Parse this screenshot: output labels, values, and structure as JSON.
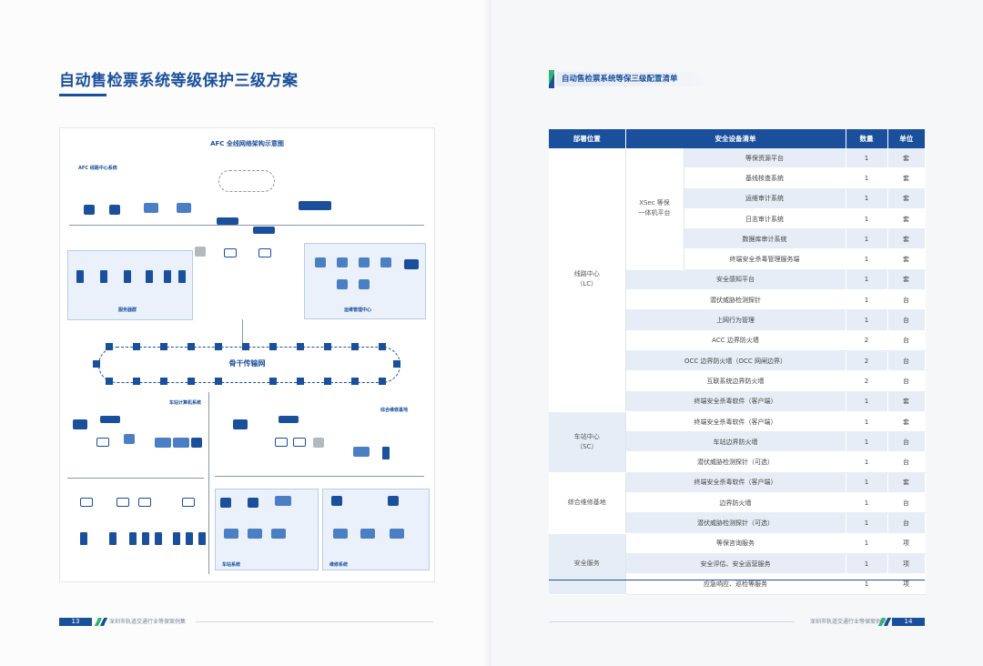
{
  "left_page": {
    "title": "自动售检票系统等级保护三级方案",
    "diagram": {
      "title": "AFC 全线网络架构示意图",
      "regions": {
        "afc_center": "AFC 线路中心系统",
        "service": "服务器群",
        "security_mgmt": "运维管理中心",
        "backbone": "骨干传输网",
        "station": "车站计算机系统",
        "depot": "综合维修基地",
        "station_left": "车站系统",
        "depot_left": "维修系统"
      }
    },
    "page_number": "13",
    "footer_text": "深圳市轨道交通行业等保案例集"
  },
  "right_page": {
    "section_title": "自动售检票系统等保三级配置清单",
    "table": {
      "headers": [
        "部署位置",
        "安全设备清单",
        "数量",
        "单位"
      ],
      "groups": [
        {
          "location": "线路中心\n（LC）",
          "rows": [
            {
              "sub": "XSec 等保\n一体机平台",
              "item": "等保资源平台",
              "qty": "1",
              "unit": "套"
            },
            {
              "sub": "",
              "item": "基线核查系统",
              "qty": "1",
              "unit": "套"
            },
            {
              "sub": "",
              "item": "运维审计系统",
              "qty": "1",
              "unit": "套"
            },
            {
              "sub": "",
              "item": "日志审计系统",
              "qty": "1",
              "unit": "套"
            },
            {
              "sub": "",
              "item": "数据库审计系统",
              "qty": "1",
              "unit": "套"
            },
            {
              "sub": "",
              "item": "终端安全杀毒管理服务端",
              "qty": "1",
              "unit": "套"
            },
            {
              "item": "安全感知平台",
              "qty": "1",
              "unit": "套"
            },
            {
              "item": "潜伏威胁检测探针",
              "qty": "1",
              "unit": "台"
            },
            {
              "item": "上网行为管理",
              "qty": "1",
              "unit": "台"
            },
            {
              "item": "ACC 边界防火墙",
              "qty": "2",
              "unit": "台"
            },
            {
              "item": "OCC 边界防火墙（OCC 网闸边界）",
              "qty": "2",
              "unit": "台"
            },
            {
              "item": "互联系统边界防火墙",
              "qty": "2",
              "unit": "台"
            },
            {
              "item": "终端安全杀毒软件（客户端）",
              "qty": "1",
              "unit": "套"
            }
          ]
        },
        {
          "location": "车站中心\n（SC）",
          "rows": [
            {
              "item": "终端安全杀毒软件（客户端）",
              "qty": "1",
              "unit": "套"
            },
            {
              "item": "车站边界防火墙",
              "qty": "1",
              "unit": "台"
            },
            {
              "item": "潜伏威胁检测探针（可选）",
              "qty": "1",
              "unit": "台"
            }
          ]
        },
        {
          "location": "综合维修基地",
          "rows": [
            {
              "item": "终端安全杀毒软件（客户端）",
              "qty": "1",
              "unit": "套"
            },
            {
              "item": "边界防火墙",
              "qty": "1",
              "unit": "台"
            },
            {
              "item": "潜伏威胁检测探针（可选）",
              "qty": "1",
              "unit": "台"
            }
          ]
        },
        {
          "location": "安全服务",
          "rows": [
            {
              "item": "等保咨询服务",
              "qty": "1",
              "unit": "项"
            },
            {
              "item": "安全评估、安全运营服务",
              "qty": "1",
              "unit": "项"
            },
            {
              "item": "应急响应、巡检等服务",
              "qty": "1",
              "unit": "项"
            }
          ]
        }
      ]
    },
    "page_number": "14",
    "footer_text": "深圳市轨道交通行业等保案例集"
  },
  "colors": {
    "brand_blue": "#1a4f9c",
    "accent_green": "#2bb673",
    "row_blue": "#e6edf6"
  }
}
